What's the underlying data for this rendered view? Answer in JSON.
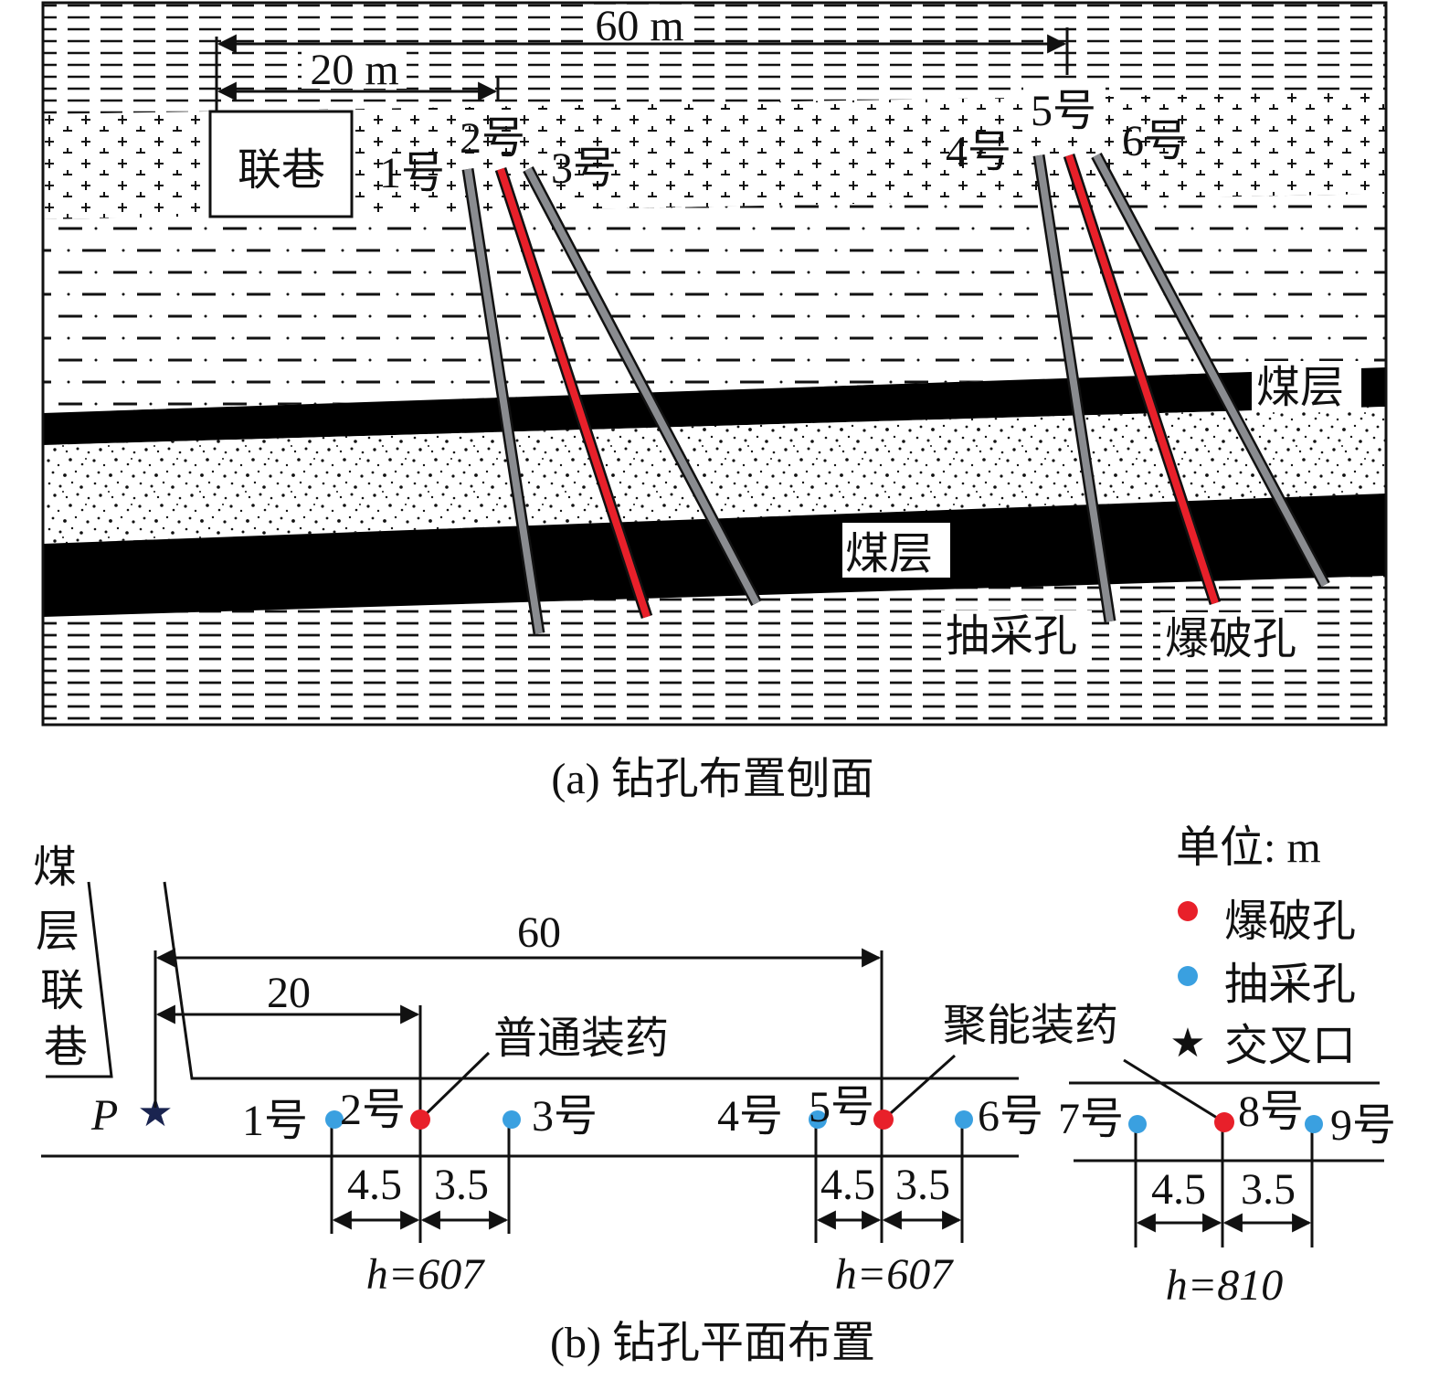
{
  "colors": {
    "blast": "#e8202a",
    "drain": "#3aa0e0",
    "drain_profile": "#8a8c90",
    "coal": "#000000",
    "star": "#1a2450"
  },
  "profile": {
    "dim_60": "60 m",
    "dim_20": "20 m",
    "roadway": "联巷",
    "holes": [
      "1号",
      "2号",
      "3号",
      "4号",
      "5号",
      "6号"
    ],
    "coal_upper": "煤层",
    "coal_lower": "煤层",
    "drain_label": "抽采孔",
    "blast_label": "爆破孔",
    "caption": "(a) 钻孔布置刨面"
  },
  "plan": {
    "roadway_chars": [
      "煤",
      "层",
      "联",
      "巷"
    ],
    "point_p": "P",
    "dim_60": "60",
    "dim_20": "20",
    "normal_charge": "普通装药",
    "shaped_charge": "聚能装药",
    "holes": [
      "1号",
      "2号",
      "3号",
      "4号",
      "5号",
      "6号",
      "7号",
      "8号",
      "9号"
    ],
    "spacing": [
      [
        "4.5",
        "3.5"
      ],
      [
        "4.5",
        "3.5"
      ],
      [
        "4.5",
        "3.5"
      ]
    ],
    "depths": [
      "h=607",
      "h=607",
      "h=810"
    ],
    "legend": {
      "unit": "单位: m",
      "blast": "爆破孔",
      "drain": "抽采孔",
      "junction": "交叉口"
    },
    "caption": "(b) 钻孔平面布置"
  }
}
